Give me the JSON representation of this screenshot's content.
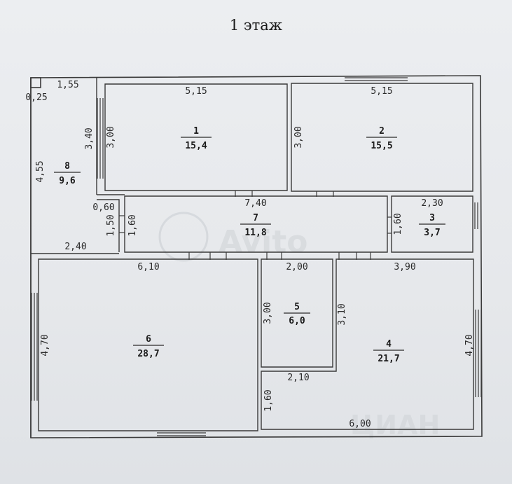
{
  "title": "1 этаж",
  "rooms": [
    {
      "number": "1",
      "area": "15,4"
    },
    {
      "number": "2",
      "area": "15,5"
    },
    {
      "number": "3",
      "area": "3,7"
    },
    {
      "number": "4",
      "area": "21,7"
    },
    {
      "number": "5",
      "area": "6,0"
    },
    {
      "number": "6",
      "area": "28,7"
    },
    {
      "number": "7",
      "area": "11,8"
    },
    {
      "number": "8",
      "area": "9,6"
    }
  ],
  "dimensions": {
    "d_155": "1,55",
    "d_025": "0,25",
    "d_455": "4,55",
    "d_340": "3,40",
    "r1_w": "5,15",
    "r1_h": "3,00",
    "r2_w": "5,15",
    "r2_h": "3,00",
    "d_060": "0,60",
    "d_150": "1,50",
    "r7_h": "1,60",
    "r7_w": "7,40",
    "r3_w": "2,30",
    "r3_h": "1,60",
    "d_240": "2,40",
    "r6_w": "6,10",
    "r6_h": "4,70",
    "r5_w": "2,00",
    "r5_h": "3,00",
    "r4_w": "3,90",
    "r4_h": "3,10",
    "r4_side": "4,70",
    "d_210": "2,10",
    "d_160b": "1,60",
    "d_600": "6,00"
  },
  "watermarks": [
    "Avito",
    "ЦИАН"
  ],
  "colors": {
    "line": "#3a3a3a",
    "background": "#e7e9ec"
  }
}
